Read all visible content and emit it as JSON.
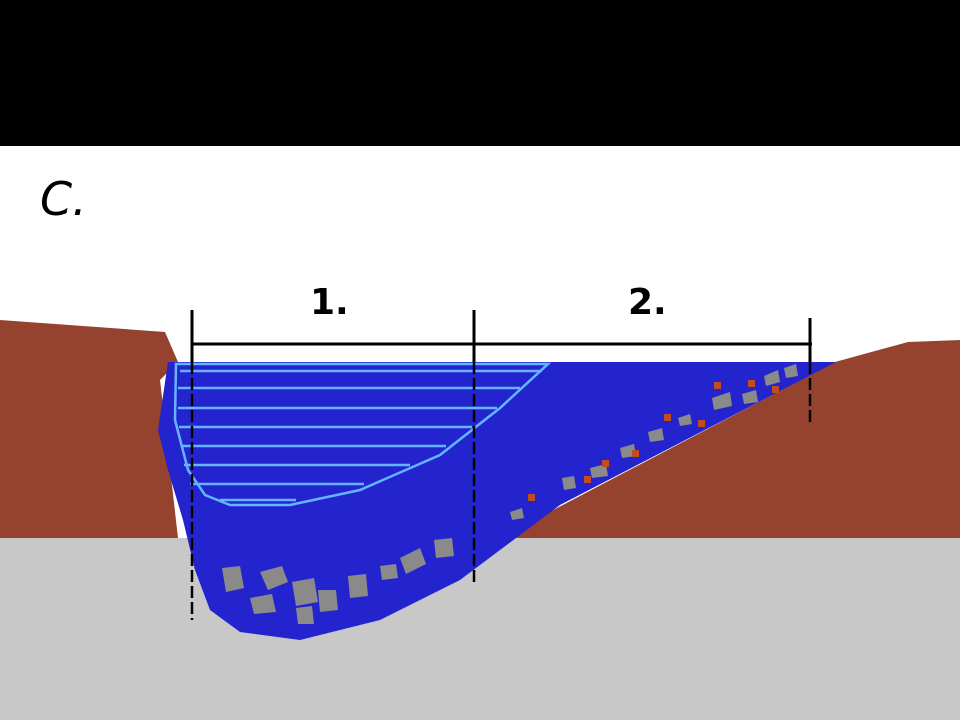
{
  "panel_label": "C.",
  "section_labels": [
    "1.",
    "2."
  ],
  "colors": {
    "frame": "#000000",
    "background": "#ffffff",
    "bedrock": "#c8c8c8",
    "soil": "#95422f",
    "ice": "#2424cf",
    "ice_layers": "#64b4ff",
    "debris": "#8a8a8a",
    "rock_fragments": "#c24c22"
  }
}
